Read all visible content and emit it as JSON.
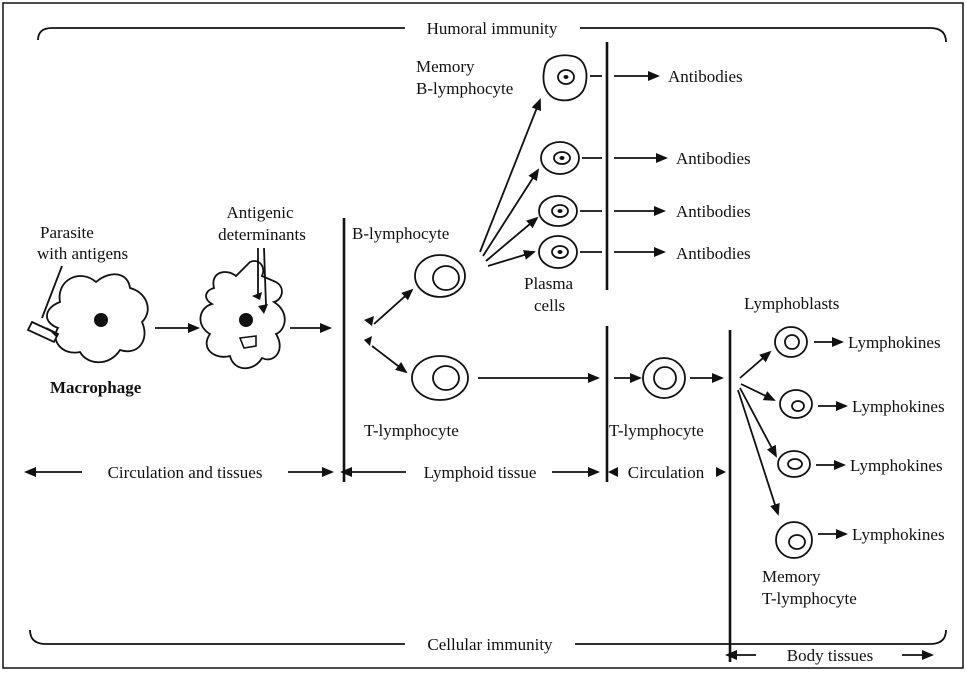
{
  "brackets": {
    "top": "Humoral immunity",
    "bottom": "Cellular immunity"
  },
  "labels": {
    "parasite_line1": "Parasite",
    "parasite_line2": "with antigens",
    "macrophage": "Macrophage",
    "antigenic_line1": "Antigenic",
    "antigenic_line2": "determinants",
    "b_lymphocyte": "B-lymphocyte",
    "t_lymphocyte": "T-lymphocyte",
    "memory_b_line1": "Memory",
    "memory_b_line2": "B-lymphocyte",
    "plasma_line1": "Plasma",
    "plasma_line2": "cells",
    "t_lymphocyte_circ": "T-lymphocyte",
    "lymphoblasts": "Lymphoblasts",
    "memory_t_line1": "Memory",
    "memory_t_line2": "T-lymphocyte"
  },
  "antibodies": [
    "Antibodies",
    "Antibodies",
    "Antibodies",
    "Antibodies"
  ],
  "lymphokines": [
    "Lymphokines",
    "Lymphokines",
    "Lymphokines",
    "Lymphokines"
  ],
  "zones": {
    "circulation_tissues": "Circulation and tissues",
    "lymphoid_tissue": "Lymphoid tissue",
    "circulation": "Circulation",
    "body_tissues": "Body tissues"
  }
}
